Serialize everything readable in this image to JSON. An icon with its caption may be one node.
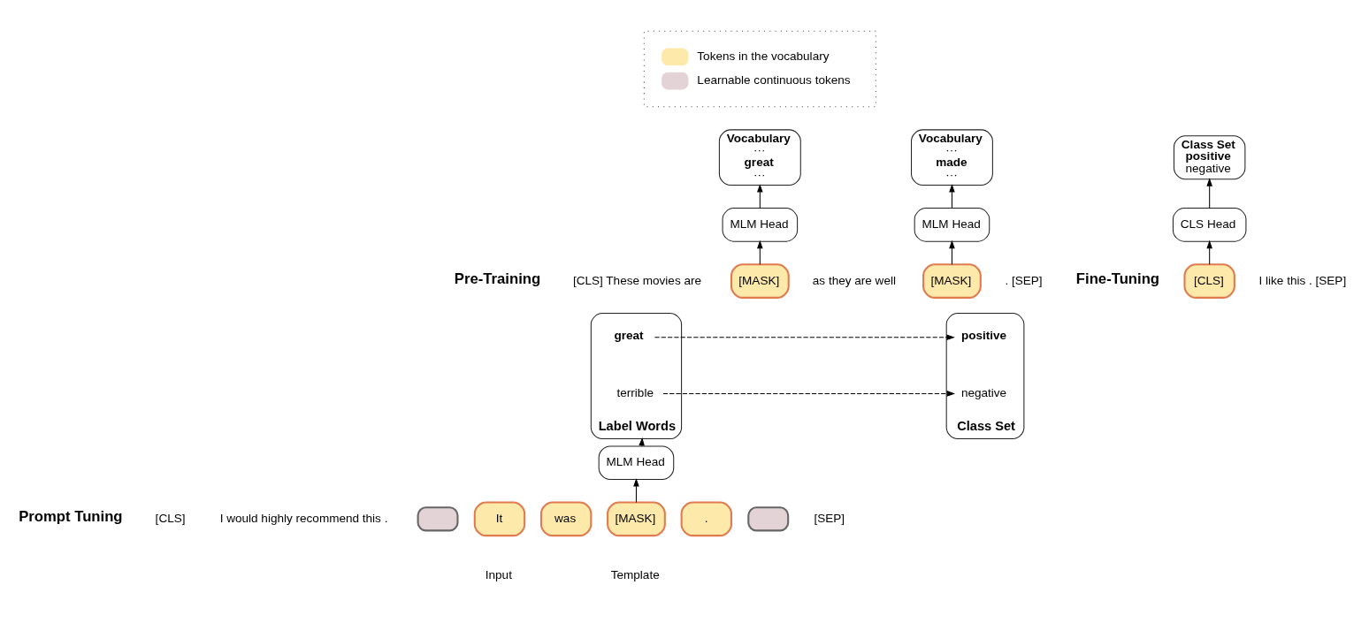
{
  "diagram": {
    "nodes": [
      {
        "text": [
          "Vocabulary",
          "···",
          "great",
          "···"
        ]
      },
      {
        "text": [
          "Vocabulary",
          "···",
          "made",
          "···"
        ]
      },
      {
        "text": [
          "Class Set",
          "positive",
          "negative"
        ]
      },
      {
        "text": [
          "MLM Head"
        ]
      },
      {
        "text": [
          "MLM Head"
        ]
      },
      {
        "text": [
          "CLS Head"
        ]
      },
      {
        "text": [
          "[MASK]"
        ]
      },
      {
        "text": [
          "[MASK]"
        ]
      },
      {
        "text": [
          "[CLS]"
        ]
      },
      {
        "text": [
          "Label Words"
        ]
      },
      {
        "text": [
          "great"
        ],
        "in": 9
      },
      {
        "text": [
          "terrible"
        ],
        "in": 9
      },
      {
        "text": [
          "Class Set"
        ]
      },
      {
        "text": [
          "positive"
        ],
        "in": 12
      },
      {
        "text": [
          "negative"
        ],
        "in": 12
      },
      {
        "text": [
          "MLM Head"
        ]
      },
      {
        "text": [],
        "shape": "box"
      },
      {
        "text": [
          "It"
        ]
      },
      {
        "text": [
          "was"
        ]
      },
      {
        "text": [
          "[MASK]"
        ]
      },
      {
        "text": [
          "."
        ]
      },
      {
        "text": [],
        "shape": "box"
      }
    ],
    "edges": [
      {
        "from": 3,
        "to": 0,
        "arrow": "to"
      },
      {
        "from": 4,
        "to": 1,
        "arrow": "to"
      },
      {
        "from": 5,
        "to": 2,
        "arrow": "to"
      },
      {
        "from": 6,
        "to": 3,
        "arrow": "to"
      },
      {
        "from": 7,
        "to": 4,
        "arrow": "to"
      },
      {
        "from": 8,
        "to": 5,
        "arrow": "to"
      },
      {
        "from": 10,
        "to": 13,
        "arrow": "to",
        "style": "dashed"
      },
      {
        "from": 11,
        "to": 14,
        "arrow": "to",
        "style": "dashed"
      },
      {
        "from": 15,
        "to": 9,
        "arrow": "to"
      },
      {
        "from": 19,
        "to": 15,
        "arrow": "to"
      }
    ],
    "labels": [
      "Pre-Training",
      "[CLS] These movies are",
      "as they are well",
      ". [SEP]",
      "Fine-Tuning",
      "I like this . [SEP]",
      "Prompt Tuning",
      "[CLS]",
      "I would highly recommend this .",
      "[SEP]",
      "Input",
      "Template"
    ],
    "legend": [
      {
        "text": "Tokens in the vocabulary",
        "color": "#fde9a9"
      },
      {
        "text": "Learnable continuous tokens",
        "color": "#e3d3d6"
      }
    ]
  }
}
